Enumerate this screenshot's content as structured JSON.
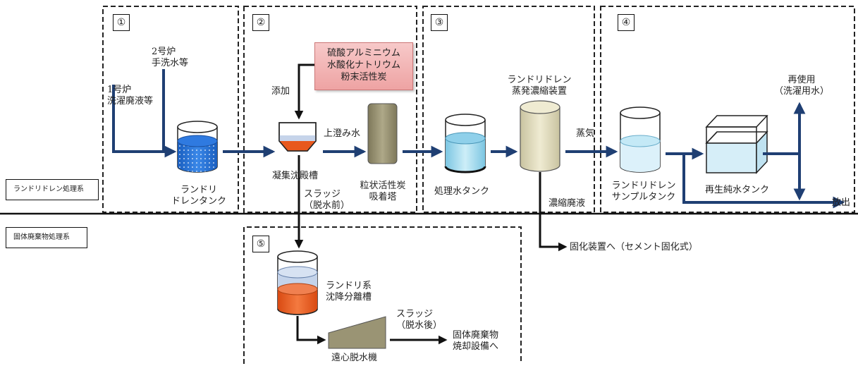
{
  "systems": {
    "laundry": "ランドリドレン処理系",
    "solid": "固体廃棄物処理系"
  },
  "sections": [
    "①",
    "②",
    "③",
    "④",
    "⑤"
  ],
  "inputs": {
    "unit2": [
      "2号炉",
      "手洗水等"
    ],
    "unit1": [
      "1号炉",
      "洗濯廃液等"
    ]
  },
  "equipment": {
    "laundry_drain_tank": [
      "ランドリ",
      "ドレンタンク"
    ],
    "coag_tank": "凝集沈殿槽",
    "carbon_tower": [
      "粒状活性炭",
      "吸着塔"
    ],
    "treated_tank": "処理水タンク",
    "evaporator": [
      "ランドリドレン",
      "蒸発濃縮装置"
    ],
    "sample_tank": [
      "ランドリドレン",
      "サンプルタンク"
    ],
    "pure_water_tank": "再生純水タンク",
    "separator": [
      "ランドリ系",
      "沈降分離槽"
    ],
    "centrifuge": "遠心脱水機"
  },
  "chemicals": [
    "硫酸アルミニウム",
    "水酸化ナトリウム",
    "粉末活性炭"
  ],
  "flows": {
    "add": "添加",
    "supernatant": "上澄み水",
    "sludge_before": [
      "スラッジ",
      "（脱水前）"
    ],
    "steam": "蒸気",
    "concentrate": "濃縮廃液",
    "reuse": [
      "再使用",
      "（洗濯用水）"
    ],
    "discharge": "放出",
    "to_solidify": "固化装置へ（セメント固化式）",
    "sludge_after": [
      "スラッジ",
      "（脱水後）"
    ],
    "to_incinerator": [
      "固体廃棄物",
      "焼却設備へ"
    ]
  },
  "colors": {
    "arrow": "#1f3f73",
    "blue_water": "#1e6ad0",
    "light_water": "#a8dcef",
    "orange_sludge": "#e8581d",
    "carbon": "#9a9474",
    "evaporator": "#ddd8b8",
    "chem_box": "#f2b4b4"
  }
}
